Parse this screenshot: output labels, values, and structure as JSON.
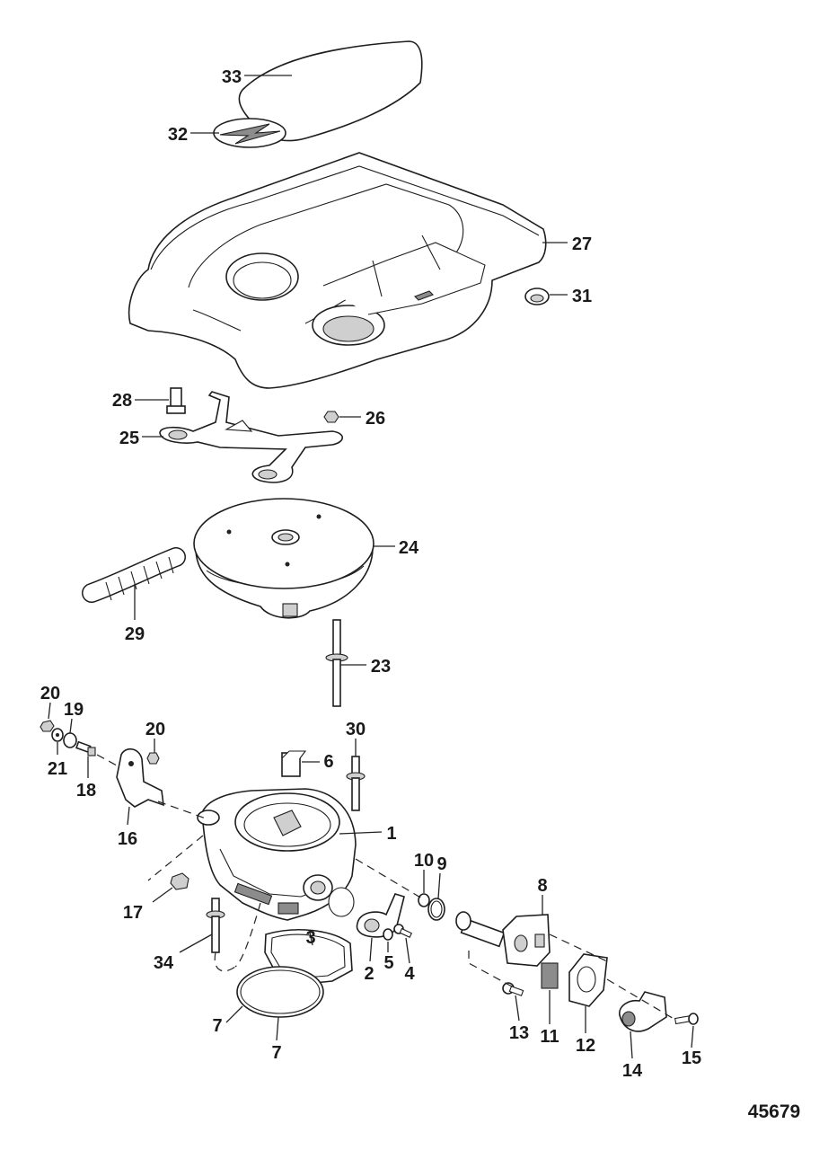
{
  "figure_id": "45679",
  "callouts": [
    {
      "key": "c1",
      "text": "1"
    },
    {
      "key": "c2",
      "text": "2"
    },
    {
      "key": "c3",
      "text": "3"
    },
    {
      "key": "c4",
      "text": "4"
    },
    {
      "key": "c5",
      "text": "5"
    },
    {
      "key": "c6",
      "text": "6"
    },
    {
      "key": "c7a",
      "text": "7"
    },
    {
      "key": "c7b",
      "text": "7"
    },
    {
      "key": "c8",
      "text": "8"
    },
    {
      "key": "c9",
      "text": "9"
    },
    {
      "key": "c10",
      "text": "10"
    },
    {
      "key": "c11",
      "text": "11"
    },
    {
      "key": "c12",
      "text": "12"
    },
    {
      "key": "c13",
      "text": "13"
    },
    {
      "key": "c14",
      "text": "14"
    },
    {
      "key": "c15",
      "text": "15"
    },
    {
      "key": "c16",
      "text": "16"
    },
    {
      "key": "c17",
      "text": "17"
    },
    {
      "key": "c18",
      "text": "18"
    },
    {
      "key": "c19",
      "text": "19"
    },
    {
      "key": "c20a",
      "text": "20"
    },
    {
      "key": "c20b",
      "text": "20"
    },
    {
      "key": "c21",
      "text": "21"
    },
    {
      "key": "c23",
      "text": "23"
    },
    {
      "key": "c24",
      "text": "24"
    },
    {
      "key": "c25",
      "text": "25"
    },
    {
      "key": "c26",
      "text": "26"
    },
    {
      "key": "c27",
      "text": "27"
    },
    {
      "key": "c28",
      "text": "28"
    },
    {
      "key": "c29",
      "text": "29"
    },
    {
      "key": "c30",
      "text": "30"
    },
    {
      "key": "c31",
      "text": "31"
    },
    {
      "key": "c32",
      "text": "32"
    },
    {
      "key": "c33",
      "text": "33"
    },
    {
      "key": "c34",
      "text": "34"
    }
  ]
}
